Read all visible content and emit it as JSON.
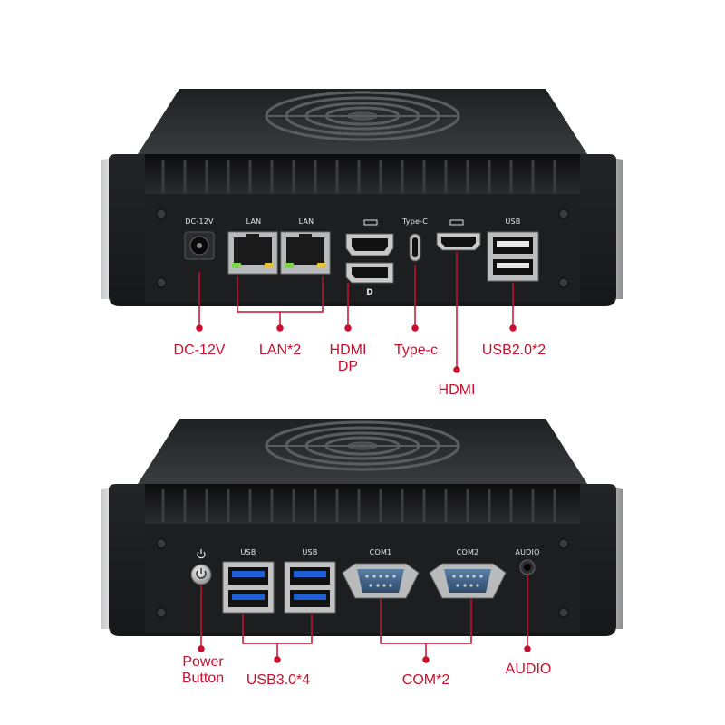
{
  "panel_top": {
    "port_labels": {
      "dc": "DC-12V",
      "lan1": "LAN",
      "lan2": "LAN",
      "typec": "Type-C",
      "usb": "USB"
    },
    "callouts": {
      "dc": "DC-12V",
      "lan": "LAN*2",
      "hdmi_dp_line1": "HDMI",
      "hdmi_dp_line2": "DP",
      "typec": "Type-c",
      "usb": "USB2.0*2",
      "hdmi": "HDMI"
    }
  },
  "panel_bottom": {
    "port_labels": {
      "usb1": "USB",
      "usb2": "USB",
      "com1": "COM1",
      "com2": "COM2",
      "audio": "AUDIO"
    },
    "callouts": {
      "power_line1": "Power",
      "power_line2": "Button",
      "usb": "USB3.0*4",
      "com": "COM*2",
      "audio": "AUDIO"
    }
  },
  "colors": {
    "callout": "#c8102e",
    "chassis": "#2a2b2e",
    "panel": "#1a1b1d",
    "usb3_blue": "#1f5fd6"
  }
}
